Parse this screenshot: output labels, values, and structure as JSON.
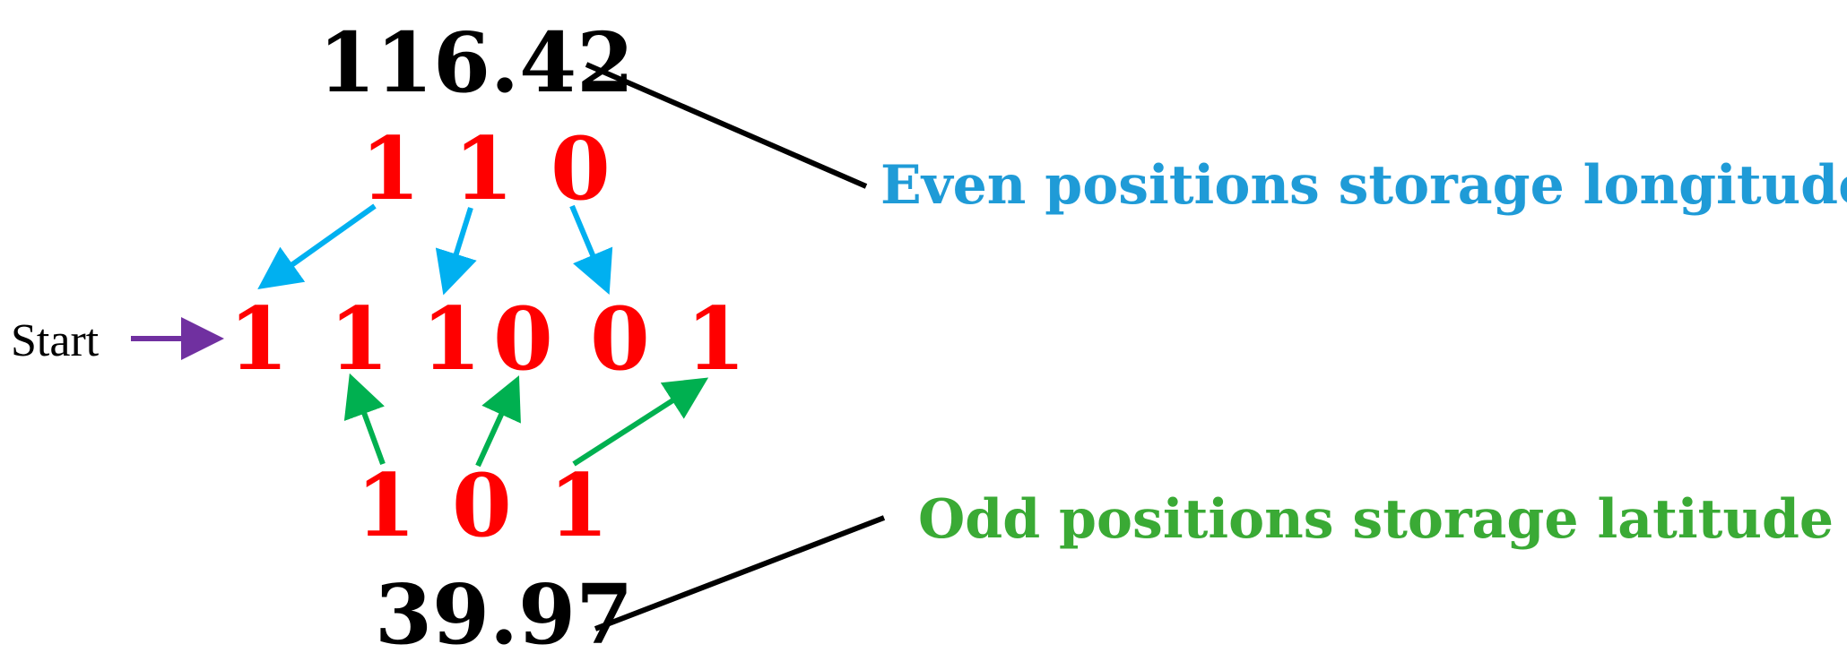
{
  "colors": {
    "bit": "#ff0000",
    "longitude_arrow": "#00b0f0",
    "latitude_arrow": "#00b050",
    "start_arrow": "#7030a0",
    "longitude_label": "#1f9bd7",
    "latitude_label": "#3aaa35",
    "connector": "#000000"
  },
  "longitude": {
    "value": "116.42",
    "bits": [
      "1",
      "1",
      "0"
    ],
    "label": "Even positions storage longitude"
  },
  "latitude": {
    "value": "39.97",
    "bits": [
      "1",
      "0",
      "1"
    ],
    "label": "Odd positions storage latitude"
  },
  "combined": {
    "start_label": "Start",
    "bits": [
      "1",
      "1",
      "1",
      "0",
      "0",
      "1"
    ]
  }
}
